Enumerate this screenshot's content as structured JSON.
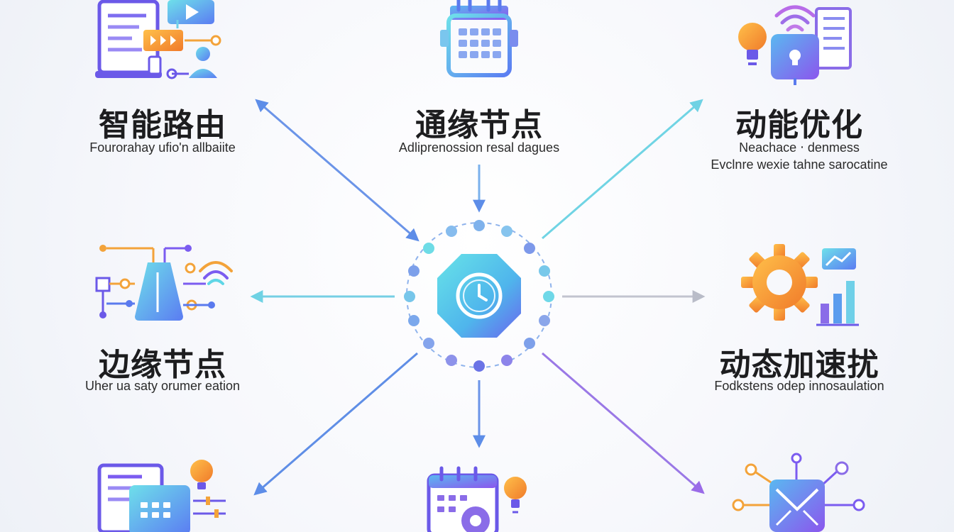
{
  "nodes": {
    "top_left": {
      "title": "智能路由",
      "caption": "Fourorahay ufio'n allbaiite"
    },
    "top_center": {
      "title": "通缘节点",
      "caption": "Adliprenossion resal dagues"
    },
    "top_right": {
      "title": "动能优化",
      "caption_line1": "Neachace ‧ denmess",
      "caption_line2": "Evclnre wexie tahne sarocatine"
    },
    "middle_left": {
      "title": "边缘节点",
      "caption": "Uher ua saty orumer eation"
    },
    "middle_right": {
      "title": "动态加速扰",
      "caption": "Fodkstens odep innosaulation"
    }
  },
  "colors": {
    "accent_blue": "#4f8df7",
    "accent_cyan": "#5fd6e6",
    "accent_purple": "#7b5cf0",
    "accent_orange": "#f39a2e",
    "hub_teal": "#4fc7e0"
  }
}
